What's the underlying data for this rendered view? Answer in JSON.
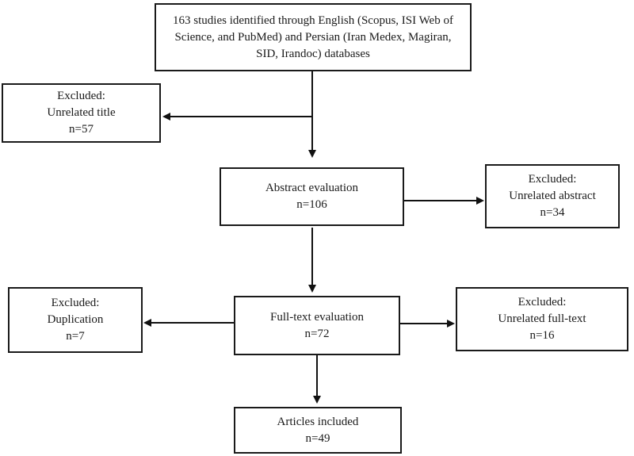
{
  "colors": {
    "background": "#ffffff",
    "box_border": "#1a1a1a",
    "box_fill": "#ffffff",
    "arrow": "#111111",
    "text": "#1a1a1a"
  },
  "boxes": {
    "identified": {
      "text": "163 studies identified through English (Scopus, ISI Web of\nScience, and PubMed) and Persian (Iran Medex, Magiran,\nSID, Irandoc) databases",
      "n": 163
    },
    "excluded_title": {
      "text": "Excluded:\nUnrelated title\nn=57",
      "n": 57
    },
    "abstract_evaluation": {
      "text": "Abstract evaluation\nn=106",
      "n": 106
    },
    "excluded_abstract": {
      "text": "Excluded:\nUnrelated abstract\nn=34",
      "n": 34
    },
    "excluded_duplication": {
      "text": "Excluded:\nDuplication\nn=7",
      "n": 7
    },
    "fulltext_evaluation": {
      "text": "Full-text evaluation\nn=72",
      "n": 72
    },
    "excluded_fulltext": {
      "text": "Excluded:\nUnrelated full-text\nn=16",
      "n": 16
    },
    "articles_included": {
      "text": "Articles included\nn=49",
      "n": 49
    }
  }
}
